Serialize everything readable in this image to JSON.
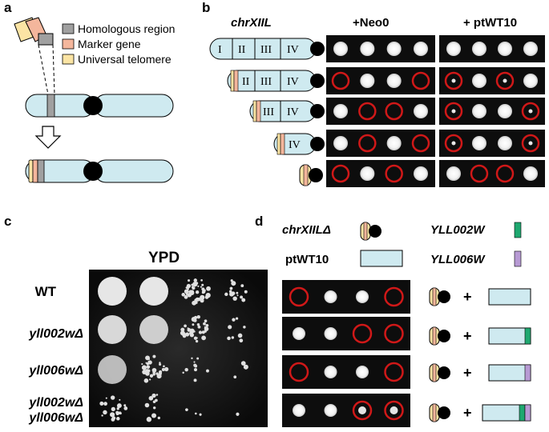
{
  "panels": {
    "a": "a",
    "b": "b",
    "c": "c",
    "d": "d"
  },
  "legend": [
    {
      "label": "Homologous region",
      "color": "#a0a0a0"
    },
    {
      "label": "Marker gene",
      "color": "#f4b69c"
    },
    {
      "label": "Universal telomere",
      "color": "#fbe4a4"
    }
  ],
  "panel_b": {
    "chromosome": "chrXIIL",
    "col1": "+Neo0",
    "col2": "+ ptWT10",
    "regions": [
      "I",
      "II",
      "III",
      "IV"
    ]
  },
  "panel_c": {
    "medium": "YPD",
    "strains": [
      "WT",
      "yll002wΔ",
      "yll006wΔ",
      "yll002wΔ",
      "yll006wΔ"
    ]
  },
  "panel_d": {
    "chr_label": "chrXIILΔ",
    "plasmid_label": "ptWT10",
    "gene1": "YLL002W",
    "gene2": "YLL006W",
    "plus": "+",
    "gene1_color": "#1fa870",
    "gene2_color": "#b79ad4"
  }
}
